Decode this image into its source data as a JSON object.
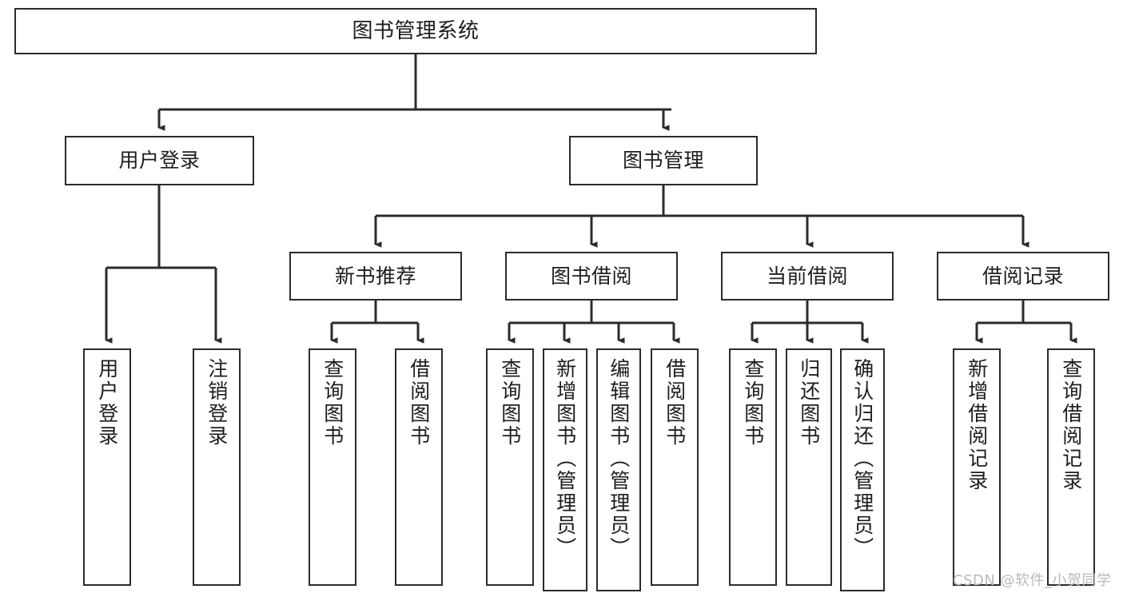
{
  "diagram": {
    "type": "tree-hierarchy",
    "title": "图书管理系统",
    "watermark": "CSDN @软件_小贺同学",
    "colors": {
      "box_border": "#2b2b2b",
      "box_fill": "#ffffff",
      "edge": "#2b2b2b",
      "text": "#1d1d1d",
      "watermark": "#b9b9b9",
      "background": "#ffffff"
    },
    "levels": {
      "root": {
        "label": "图书管理系统"
      },
      "level2": [
        {
          "label": "用户登录"
        },
        {
          "label": "图书管理"
        }
      ],
      "level3": [
        {
          "label": "新书推荐"
        },
        {
          "label": "图书借阅"
        },
        {
          "label": "当前借阅"
        },
        {
          "label": "借阅记录"
        }
      ],
      "leaves": [
        {
          "label": "用户登录",
          "parent": "用户登录"
        },
        {
          "label": "注销登录",
          "parent": "用户登录"
        },
        {
          "label": "查询图书",
          "parent": "新书推荐"
        },
        {
          "label": "借阅图书",
          "parent": "新书推荐"
        },
        {
          "label": "查询图书",
          "parent": "图书借阅"
        },
        {
          "label": "新增图书（管理员）",
          "parent": "图书借阅"
        },
        {
          "label": "编辑图书（管理员）",
          "parent": "图书借阅"
        },
        {
          "label": "借阅图书",
          "parent": "图书借阅"
        },
        {
          "label": "查询图书",
          "parent": "当前借阅"
        },
        {
          "label": "归还图书",
          "parent": "当前借阅"
        },
        {
          "label": "确认归还（管理员）",
          "parent": "当前借阅"
        },
        {
          "label": "新增借阅记录",
          "parent": "借阅记录"
        },
        {
          "label": "查询借阅记录",
          "parent": "借阅记录"
        }
      ]
    }
  }
}
